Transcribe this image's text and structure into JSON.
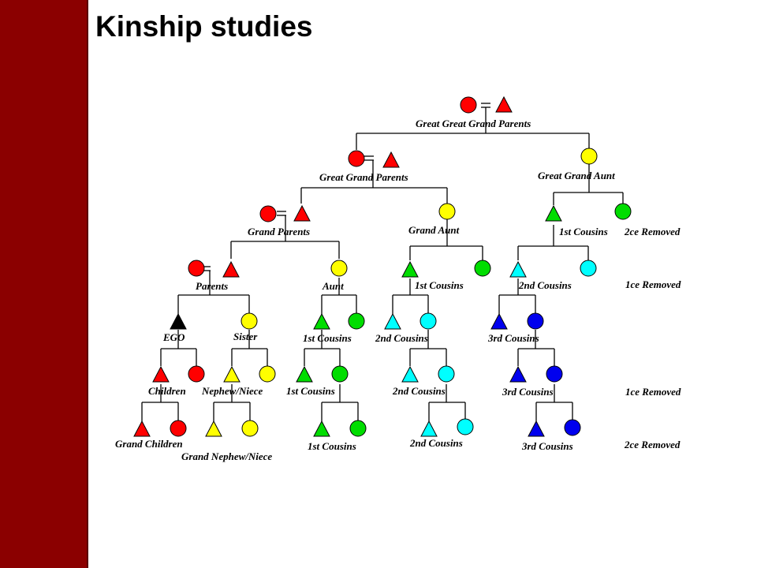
{
  "title": "Kinship studies",
  "colors": {
    "sidebar": "#8b0000",
    "red": "#ff0000",
    "yellow": "#ffff00",
    "green": "#00dd00",
    "cyan": "#00ffff",
    "blue": "#0000ee",
    "ego": "#000000"
  },
  "labels": {
    "great_great_grand_parents": "Great Great Grand Parents",
    "great_grand_parents": "Great Grand Parents",
    "great_grand_aunt": "Great Grand Aunt",
    "grand_parents": "Grand Parents",
    "grand_aunt": "Grand Aunt",
    "cousins1_2ce": "1st Cousins",
    "removed_2ce_top": "2ce Removed",
    "parents": "Parents",
    "aunt": "Aunt",
    "cousins1_l3": "1st Cousins",
    "cousins2_l3": "2nd Cousins",
    "removed_1ce_top": "1ce Removed",
    "ego": "EGO",
    "sister": "Sister",
    "cousins1_l4": "1st Cousins",
    "cousins2_l4": "2nd Cousins",
    "cousins3_l4": "3rd Cousins",
    "children": "Children",
    "nephew_niece": "Nephew/Niece",
    "cousins1_l5": "1st Cousins",
    "cousins2_l5": "2nd Cousins",
    "cousins3_l5": "3rd Cousins",
    "removed_1ce_bottom": "1ce Removed",
    "grand_children": "Grand Children",
    "grand_nephew_niece": "Grand Nephew/Niece",
    "cousins1_l6": "1st Cousins",
    "cousins2_l6": "2nd Cousins",
    "cousins3_l6": "3rd Cousins",
    "removed_2ce_bottom": "2ce Removed"
  }
}
